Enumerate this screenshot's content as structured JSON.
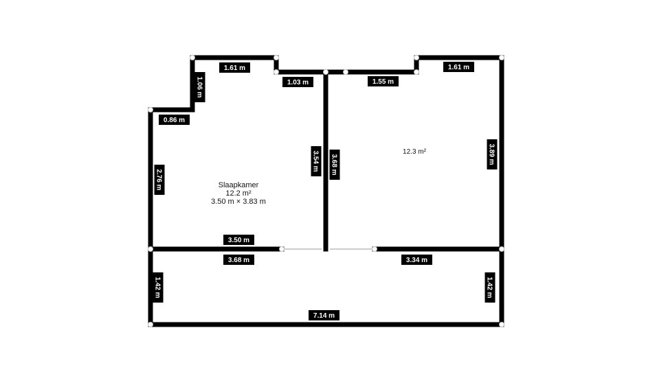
{
  "rooms": [
    {
      "name": "Slaapkamer",
      "area": "12.2 m²",
      "size": "3.50 m × 3.83 m"
    },
    {
      "name": "",
      "area": "12.3 m²",
      "size": ""
    }
  ],
  "dimensions": {
    "top_left_short": "1.61 m",
    "left_notch_vertical": "1.06 m",
    "top_middle_left": "1.03 m",
    "left_notch_horizontal": "0.86 m",
    "left_wall": "2.76 m",
    "middle_wall_left": "3.54 m",
    "middle_wall_right": "3.68 m",
    "top_middle_right": "1.55 m",
    "top_right_short": "1.61 m",
    "right_wall": "3.89 m",
    "bedroom_bottom": "3.50 m",
    "hall_top_left": "3.68 m",
    "hall_top_right": "3.34 m",
    "hall_left": "1.42 m",
    "hall_right": "1.42 m",
    "hall_bottom": "7.14 m"
  }
}
